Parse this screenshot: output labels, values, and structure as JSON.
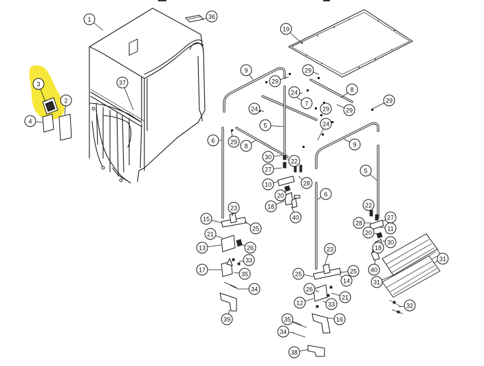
{
  "diagram": {
    "callouts": [
      {
        "id": "1"
      },
      {
        "id": "2"
      },
      {
        "id": "3"
      },
      {
        "id": "4"
      },
      {
        "id": "5"
      },
      {
        "id": "5"
      },
      {
        "id": "6"
      },
      {
        "id": "6"
      },
      {
        "id": "7"
      },
      {
        "id": "8"
      },
      {
        "id": "8"
      },
      {
        "id": "9"
      },
      {
        "id": "9"
      },
      {
        "id": "10"
      },
      {
        "id": "11"
      },
      {
        "id": "12"
      },
      {
        "id": "13"
      },
      {
        "id": "14"
      },
      {
        "id": "15"
      },
      {
        "id": "16"
      },
      {
        "id": "17"
      },
      {
        "id": "18"
      },
      {
        "id": "18"
      },
      {
        "id": "19"
      },
      {
        "id": "20"
      },
      {
        "id": "20"
      },
      {
        "id": "21"
      },
      {
        "id": "21"
      },
      {
        "id": "22"
      },
      {
        "id": "22"
      },
      {
        "id": "23"
      },
      {
        "id": "23"
      },
      {
        "id": "24"
      },
      {
        "id": "24"
      },
      {
        "id": "24"
      },
      {
        "id": "25"
      },
      {
        "id": "25"
      },
      {
        "id": "25"
      },
      {
        "id": "26"
      },
      {
        "id": "26"
      },
      {
        "id": "27"
      },
      {
        "id": "27"
      },
      {
        "id": "28"
      },
      {
        "id": "28"
      },
      {
        "id": "29"
      },
      {
        "id": "29"
      },
      {
        "id": "29"
      },
      {
        "id": "29"
      },
      {
        "id": "29"
      },
      {
        "id": "29"
      },
      {
        "id": "30"
      },
      {
        "id": "30"
      },
      {
        "id": "31"
      },
      {
        "id": "31"
      },
      {
        "id": "32"
      },
      {
        "id": "33"
      },
      {
        "id": "33"
      },
      {
        "id": "34"
      },
      {
        "id": "34"
      },
      {
        "id": "35"
      },
      {
        "id": "35"
      },
      {
        "id": "36"
      },
      {
        "id": "37"
      },
      {
        "id": "38"
      },
      {
        "id": "39"
      },
      {
        "id": "40"
      },
      {
        "id": "40"
      }
    ],
    "highlight_color": "#f4e317",
    "line_color": "#1a1a1a"
  }
}
